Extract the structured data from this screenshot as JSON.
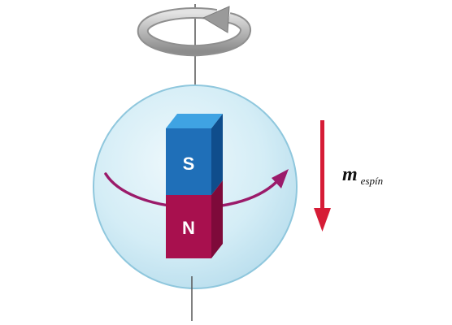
{
  "magnet": {
    "top_pole": "S",
    "bottom_pole": "N"
  },
  "moment": {
    "symbol": "m",
    "subscript": "espín"
  },
  "colors": {
    "sphere_fill": "#cdeaf4",
    "sphere_edge": "#8fc7dd",
    "south_face": "#1f6fb8",
    "south_top": "#3fa3e3",
    "south_side": "#0f4d8c",
    "north_face": "#a8104e",
    "north_side": "#7e0a3a",
    "orbit_arrow": "#9b1b6a",
    "moment_arrow": "#d61c36",
    "rotation_arrow": "#a9a9a9",
    "axis_line": "#555555"
  },
  "icons": {
    "rotation": "circular-rotation-arrow-icon",
    "orbit": "curved-arrow-icon",
    "moment": "down-arrow-icon"
  }
}
